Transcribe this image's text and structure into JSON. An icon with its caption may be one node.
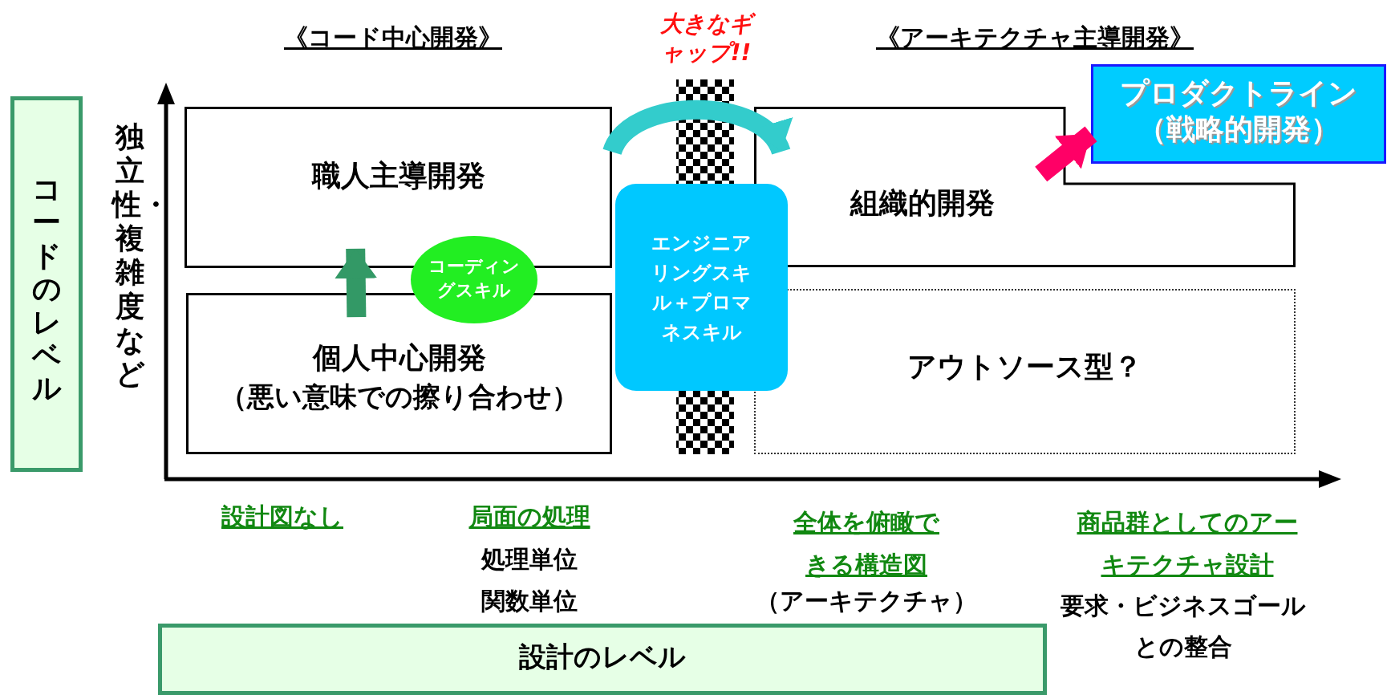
{
  "diagram": {
    "nodes": [
      {
        "text": [
          "コードのレベル"
        ]
      },
      {
        "text": [
          "職人主導開発"
        ]
      },
      {
        "text": [
          "個人中心開発",
          "（悪い意味での擦り合わせ）"
        ]
      },
      {
        "text": [
          "組織的開発"
        ]
      },
      {
        "text": [
          "アウトソース型？"
        ]
      },
      {
        "text": [
          "コーディングスキル"
        ]
      },
      {
        "text": [
          "エンジニアリングスキル＋プロマネスキル"
        ]
      },
      {
        "text": [
          "プロダクトライン（戦略的開発）"
        ]
      },
      {
        "text": [
          "設計のレベル"
        ]
      }
    ],
    "edges": [
      {
        "from": 2,
        "to": 1,
        "arrow": "to",
        "color": "#339966"
      },
      {
        "from": 1,
        "to": 3,
        "arrow": "to",
        "color": "#33cccc"
      },
      {
        "from": 3,
        "to": 7,
        "arrow": "to",
        "color": "#ff0066"
      }
    ],
    "labels": [
      "《コード中心開発》",
      "大きなギャップ!!",
      "《アーキテクチャ主導開発》",
      "独立性・複雑度など",
      "設計図なし",
      "局面の処理",
      "処理単位",
      "関数単位",
      "全体を俯瞰できる構造図",
      "（アーキテクチャ）",
      "商品群としてのアーキテクチャ設計",
      "要求・ビジネスゴールとの整合"
    ]
  }
}
